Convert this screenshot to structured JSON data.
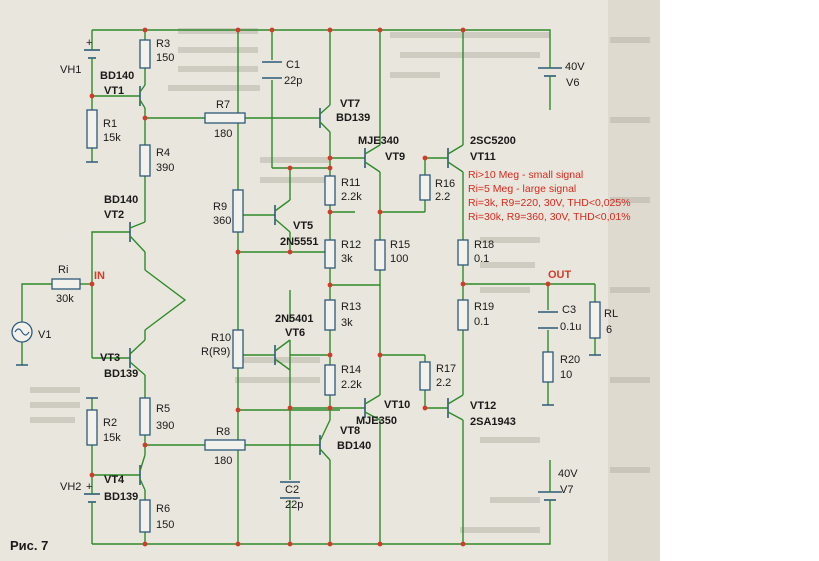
{
  "figure_caption": "Рис. 7",
  "colors": {
    "wire": "#2e8a2a",
    "component": "#2c5a7a",
    "node": "#d23b2a",
    "note": "#d62a1e"
  },
  "components": {
    "R1": {
      "ref": "R1",
      "value": "15k"
    },
    "R2": {
      "ref": "R2",
      "value": "15k"
    },
    "R3": {
      "ref": "R3",
      "value": "150"
    },
    "R4": {
      "ref": "R4",
      "value": "390"
    },
    "R5": {
      "ref": "R5",
      "value": "390"
    },
    "R6": {
      "ref": "R6",
      "value": "150"
    },
    "R7": {
      "ref": "R7",
      "value": "180"
    },
    "R8": {
      "ref": "R8",
      "value": "180"
    },
    "R9": {
      "ref": "R9",
      "value": "360"
    },
    "R10": {
      "ref": "R10",
      "value": "R(R9)"
    },
    "R11": {
      "ref": "R11",
      "value": "2.2k"
    },
    "R12": {
      "ref": "R12",
      "value": "3k"
    },
    "R13": {
      "ref": "R13",
      "value": "3k"
    },
    "R14": {
      "ref": "R14",
      "value": "2.2k"
    },
    "R15": {
      "ref": "R15",
      "value": "100"
    },
    "R16": {
      "ref": "R16",
      "value": "2.2"
    },
    "R17": {
      "ref": "R17",
      "value": "2.2"
    },
    "R18": {
      "ref": "R18",
      "value": "0.1"
    },
    "R19": {
      "ref": "R19",
      "value": "0.1"
    },
    "R20": {
      "ref": "R20",
      "value": "10"
    },
    "RL": {
      "ref": "RL",
      "value": "6"
    },
    "Ri": {
      "ref": "Ri",
      "value": "30k"
    },
    "C1": {
      "ref": "C1",
      "value": "22p"
    },
    "C2": {
      "ref": "C2",
      "value": "22p"
    },
    "C3": {
      "ref": "C3",
      "value": "0.1u"
    },
    "V1": {
      "ref": "V1"
    },
    "V6": {
      "ref": "V6",
      "value": "40V"
    },
    "V7": {
      "ref": "V7",
      "value": "40V"
    },
    "VH1": {
      "ref": "VH1"
    },
    "VH2": {
      "ref": "VH2"
    },
    "VT1": {
      "ref": "VT1",
      "type": "BD140"
    },
    "VT2": {
      "ref": "VT2",
      "type": "BD140"
    },
    "VT3": {
      "ref": "VT3",
      "type": "BD139"
    },
    "VT4": {
      "ref": "VT4",
      "type": "BD139"
    },
    "VT5": {
      "ref": "VT5",
      "type": "2N5551"
    },
    "VT6": {
      "ref": "VT6",
      "type": "2N5401"
    },
    "VT7": {
      "ref": "VT7",
      "type": "BD139"
    },
    "VT8": {
      "ref": "VT8",
      "type": "BD140"
    },
    "VT9": {
      "ref": "VT9",
      "type": "MJE340"
    },
    "VT10": {
      "ref": "VT10",
      "type": "MJE350"
    },
    "VT11": {
      "ref": "VT11",
      "type": "2SC5200"
    },
    "VT12": {
      "ref": "VT12",
      "type": "2SA1943"
    }
  },
  "nets": {
    "input": "IN",
    "output": "OUT"
  },
  "notes": [
    "Ri>10 Meg - small signal",
    "Ri=5 Meg - large signal",
    "Ri=3k, R9=220, 30V, THD<0,025%",
    "Ri=30k, R9=360, 30V, THD<0,01%"
  ]
}
